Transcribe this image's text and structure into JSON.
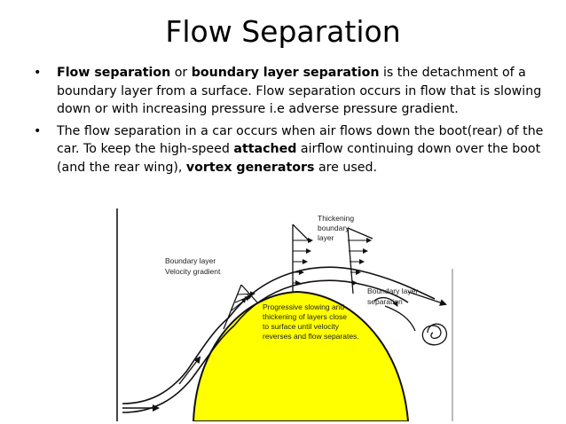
{
  "title": "Flow Separation",
  "bullet_marker": "•",
  "bullets": [
    {
      "b1": "Flow separation",
      "t1": " or ",
      "b2": "boundary layer separation",
      "t2": " is the detachment of a boundary layer from a surface. Flow separation occurs in flow that is slowing down or with increasing pressure i.e adverse pressure gradient."
    },
    {
      "t1": "The flow separation in a car occurs when air flows down the boot(rear) of the car. To keep the high-speed ",
      "b1": "attached",
      "t2": " airflow continuing down over the boot (and the rear wing), ",
      "b2": "vortex generators",
      "t3": " are used."
    }
  ],
  "figure": {
    "labels": {
      "boundary_layer_1": "Boundary layer",
      "boundary_layer_2": "Velocity gradient",
      "thickening_1": "Thickening",
      "thickening_2": "boundary",
      "thickening_3": "layer",
      "separation_1": "Boundary layer",
      "separation_2": "separation",
      "progressive_1": "Progressive slowing and",
      "progressive_2": "thickening of layers close",
      "progressive_3": "to surface until velocity",
      "progressive_4": "reverses and flow separates."
    },
    "colors": {
      "surface_fill": "#ffff00",
      "line": "#111111",
      "frame": "#444444"
    }
  }
}
